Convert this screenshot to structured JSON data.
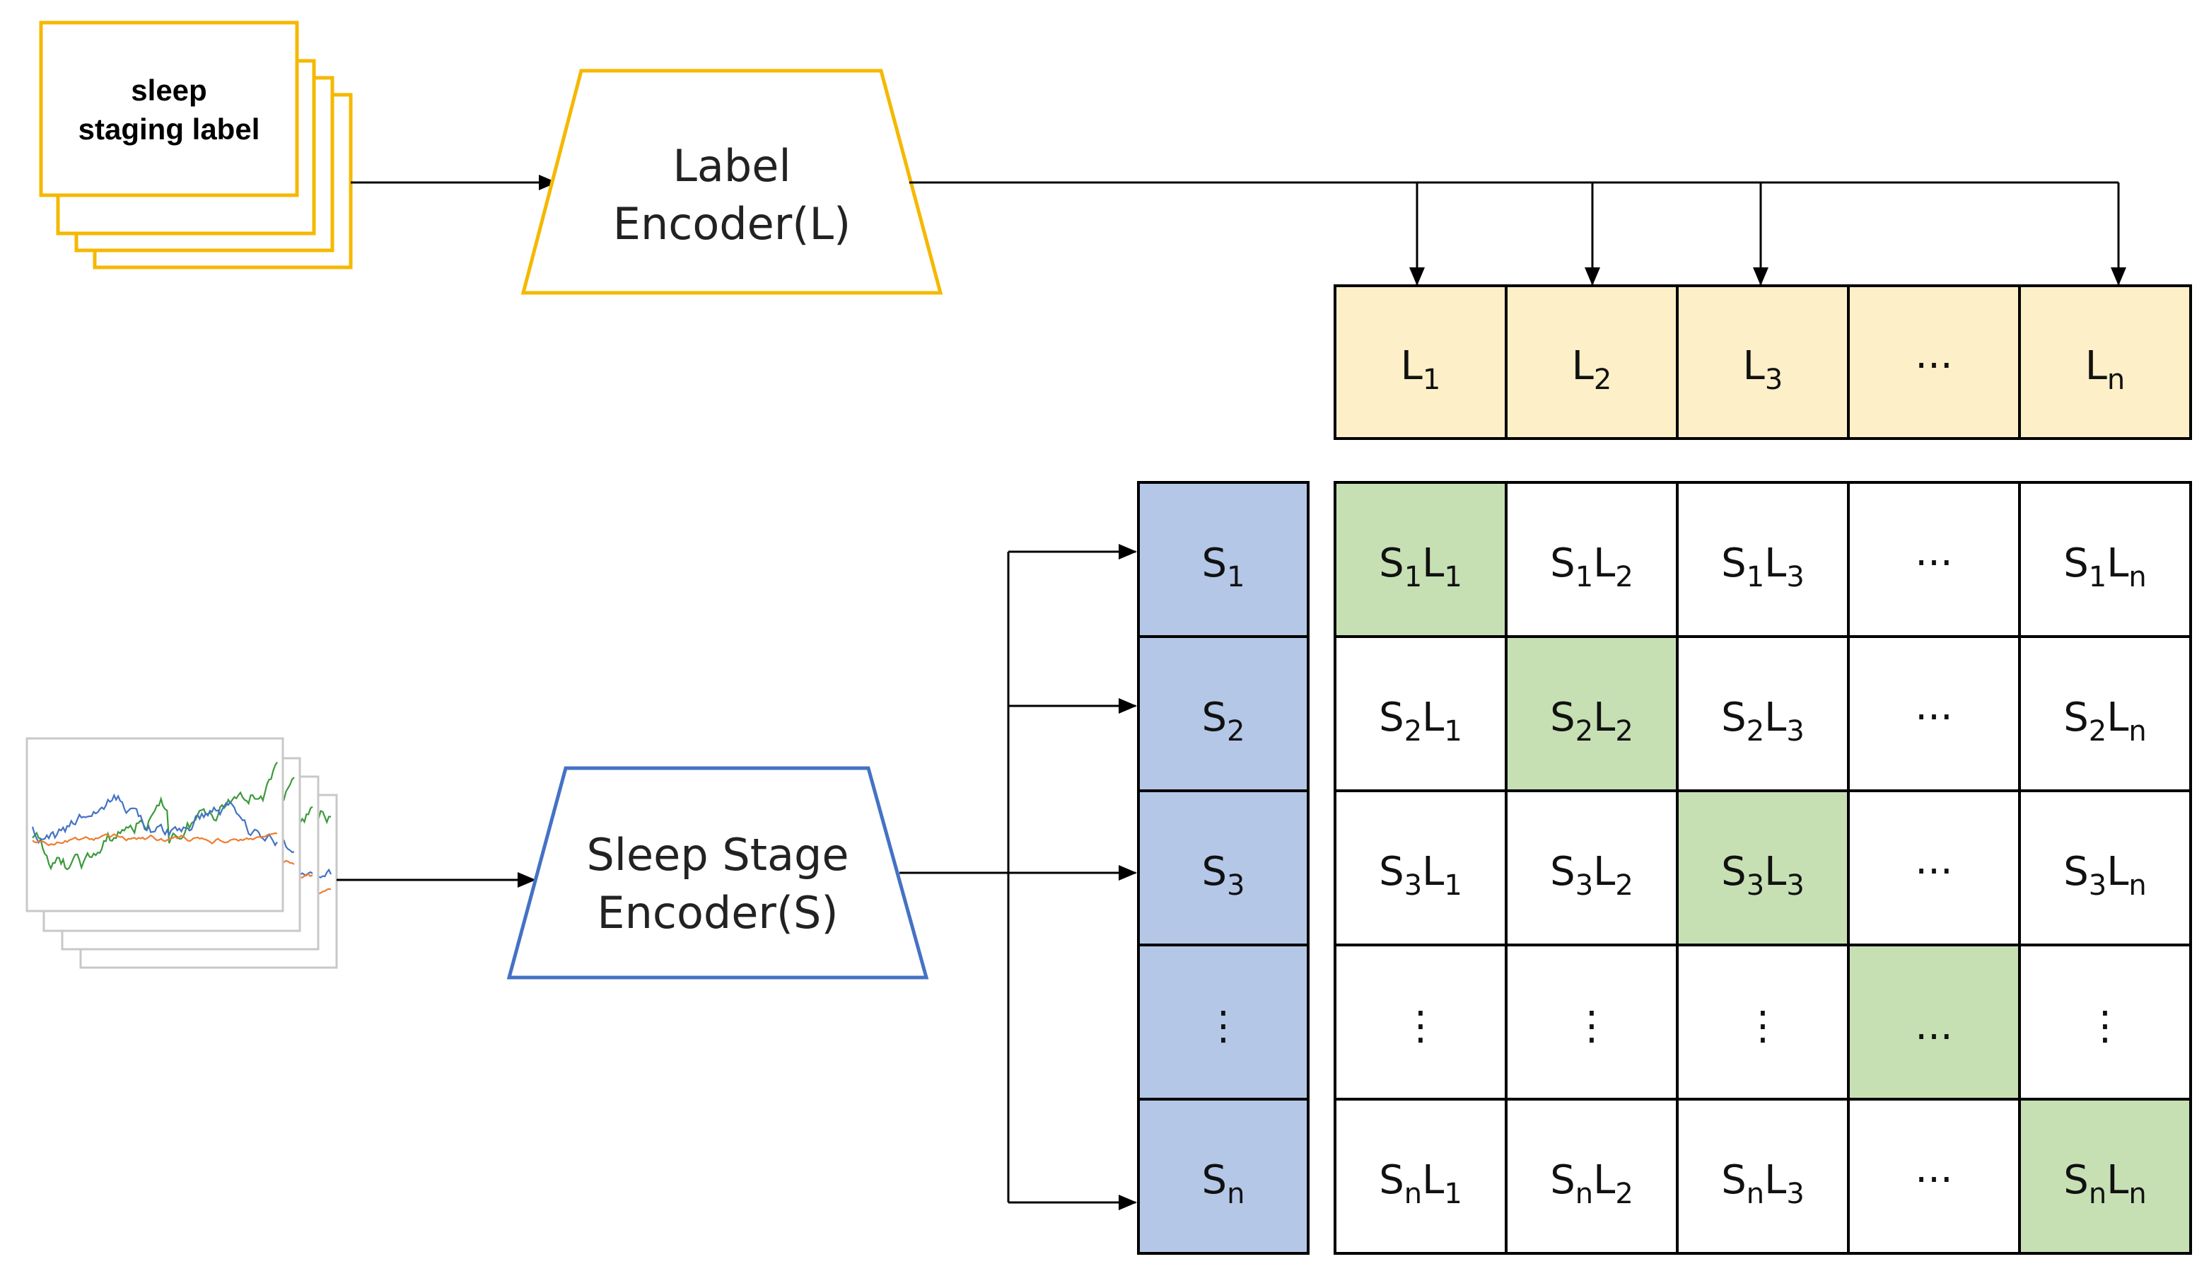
{
  "label_card": {
    "line1": "sleep",
    "line2": "staging label"
  },
  "label_encoder": {
    "line1": "Label",
    "line2": "Encoder(L)"
  },
  "sleep_encoder": {
    "line1": "Sleep Stage",
    "line2": "Encoder(S)"
  },
  "label_row": [
    {
      "base": "L",
      "sub": "1"
    },
    {
      "base": "L",
      "sub": "2"
    },
    {
      "base": "L",
      "sub": "3"
    },
    {
      "base": "···",
      "sub": ""
    },
    {
      "base": "L",
      "sub": "n"
    }
  ],
  "stage_col": [
    {
      "base": "S",
      "sub": "1"
    },
    {
      "base": "S",
      "sub": "2"
    },
    {
      "base": "S",
      "sub": "3"
    },
    {
      "base": "⋮",
      "sub": ""
    },
    {
      "base": "S",
      "sub": "n"
    }
  ],
  "matrix": [
    [
      [
        "S",
        "1",
        "L",
        "1"
      ],
      [
        "S",
        "1",
        "L",
        "2"
      ],
      [
        "S",
        "1",
        "L",
        "3"
      ],
      [
        "···"
      ],
      [
        "S",
        "1",
        "L",
        "n"
      ]
    ],
    [
      [
        "S",
        "2",
        "L",
        "1"
      ],
      [
        "S",
        "2",
        "L",
        "2"
      ],
      [
        "S",
        "2",
        "L",
        "3"
      ],
      [
        "···"
      ],
      [
        "S",
        "2",
        "L",
        "n"
      ]
    ],
    [
      [
        "S",
        "3",
        "L",
        "1"
      ],
      [
        "S",
        "3",
        "L",
        "2"
      ],
      [
        "S",
        "3",
        "L",
        "3"
      ],
      [
        "···"
      ],
      [
        "S",
        "3",
        "L",
        "n"
      ]
    ],
    [
      [
        "⋮"
      ],
      [
        "⋮"
      ],
      [
        "⋮"
      ],
      [
        "..."
      ],
      [
        "⋮"
      ]
    ],
    [
      [
        "S",
        "n",
        "L",
        "1"
      ],
      [
        "S",
        "n",
        "L",
        "2"
      ],
      [
        "S",
        "n",
        "L",
        "3"
      ],
      [
        "···"
      ],
      [
        "S",
        "n",
        "L",
        "n"
      ]
    ]
  ],
  "colors": {
    "label_outline": "#f5b800",
    "label_fill": "#fdefc8",
    "stage_outline": "#4472c4",
    "stage_fill": "#b4c7e7",
    "diagonal_fill": "#c6e0b4",
    "signal_blue": "#4472c4",
    "signal_orange": "#ed7d31",
    "signal_green": "#3a9a3a"
  }
}
